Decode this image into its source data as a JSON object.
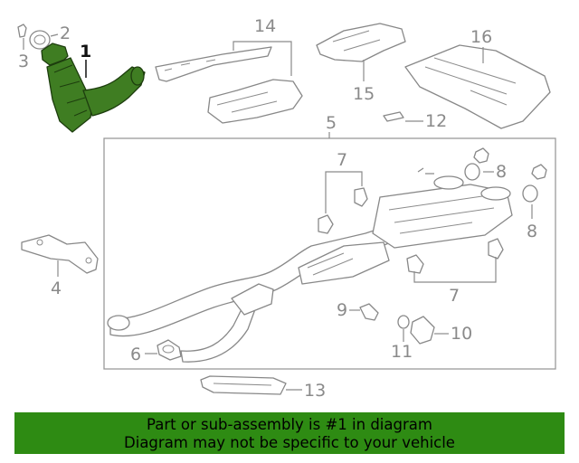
{
  "callouts": {
    "c1": "1",
    "c2": "2",
    "c3": "3",
    "c4": "4",
    "c5": "5",
    "c6": "6",
    "c7a": "7",
    "c7b": "7",
    "c8a": "8",
    "c8b": "8",
    "c9": "9",
    "c10": "10",
    "c11": "11",
    "c12": "12",
    "c13": "13",
    "c14": "14",
    "c15": "15",
    "c16": "16"
  },
  "highlight_color": "#3f7d22",
  "banner": {
    "line1": "Part or sub-assembly is #1 in diagram",
    "line2": "Diagram may not be specific to your vehicle",
    "background": "#2e8b13"
  }
}
